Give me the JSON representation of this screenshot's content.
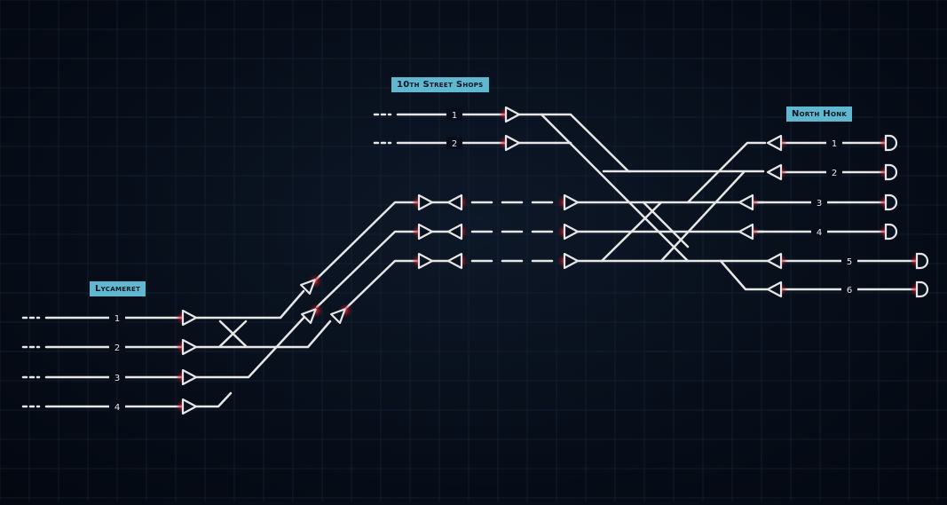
{
  "stations": {
    "lycameret": "Lycameret",
    "tenth_street": "10th Street Shops",
    "north_honk": "North Honk"
  },
  "lycameret_tracks": [
    "1",
    "2",
    "3",
    "4"
  ],
  "tenth_street_tracks": [
    "1",
    "2"
  ],
  "north_honk_tracks": [
    "1",
    "2",
    "3",
    "4",
    "5",
    "6"
  ],
  "colors": {
    "background": "#070e1a",
    "grid": "#1a2a3c",
    "track": "#e6e6e6",
    "signal_glow": "#d0202a",
    "label_bg": "#5fb8cf"
  }
}
